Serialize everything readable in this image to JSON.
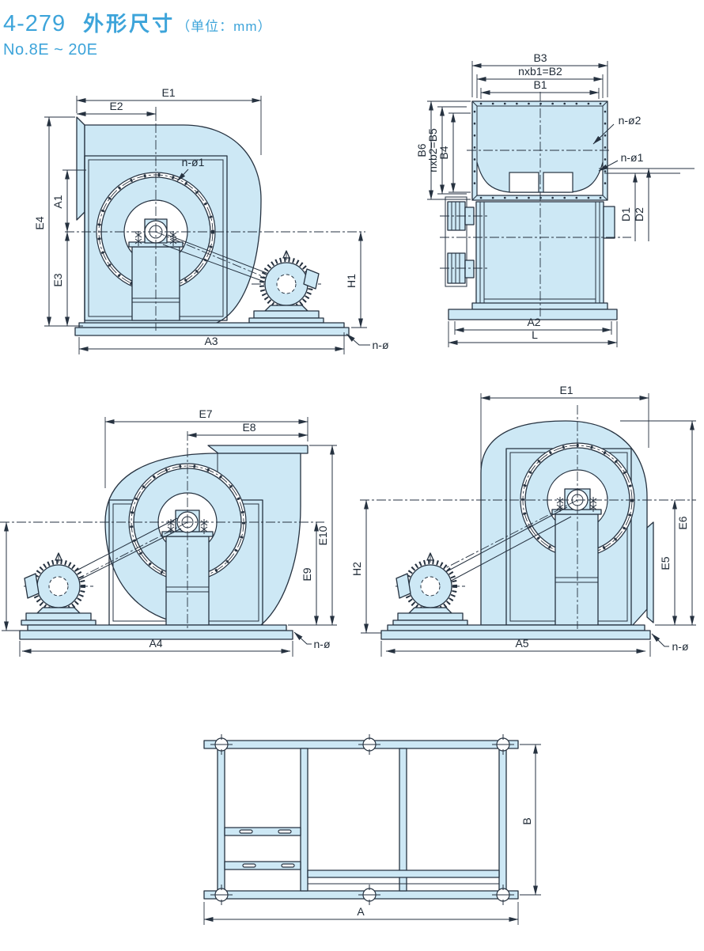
{
  "page": {
    "code": "4-279",
    "title": "外形尺寸",
    "title_unit": "（单位：mm）",
    "subtitle": "No.8E ~ 20E"
  },
  "colors": {
    "accent_blue": "#3da4da",
    "line": "#263240",
    "casing_fill": "#cde8f5",
    "background": "#ffffff"
  },
  "drawings": {
    "d1": {
      "name": "side view with motor right",
      "dims": {
        "e1": "E1",
        "e2": "E2",
        "e4": "E4",
        "a1": "A1",
        "e3": "E3",
        "a3": "A3",
        "h1": "H1",
        "n_o1": "n-ø1",
        "n_o": "n-ø"
      }
    },
    "d2": {
      "name": "front view with inlet box",
      "dims": {
        "b3": "B3",
        "b2": "nxb1=B2",
        "b1": "B1",
        "b6": "B6",
        "b5": "nxb2=B5",
        "b4": "B4",
        "n_o2": "n-ø2",
        "n_o1": "n-ø1",
        "d1": "D1",
        "d2": "D2",
        "a2": "A2",
        "l": "L"
      }
    },
    "d3": {
      "name": "side view outlet up, motor left",
      "dims": {
        "e7": "E7",
        "e8": "E8",
        "e10": "E10",
        "e9": "E9",
        "a4": "A4",
        "n_o": "n-ø"
      }
    },
    "d4": {
      "name": "side view outlet right, motor left",
      "dims": {
        "e1": "E1",
        "h2": "H2",
        "e6": "E6",
        "e5": "E5",
        "a5": "A5",
        "n_o": "n-ø"
      }
    },
    "d5": {
      "name": "base frame plan view",
      "dims": {
        "a": "A",
        "b": "B"
      }
    }
  }
}
